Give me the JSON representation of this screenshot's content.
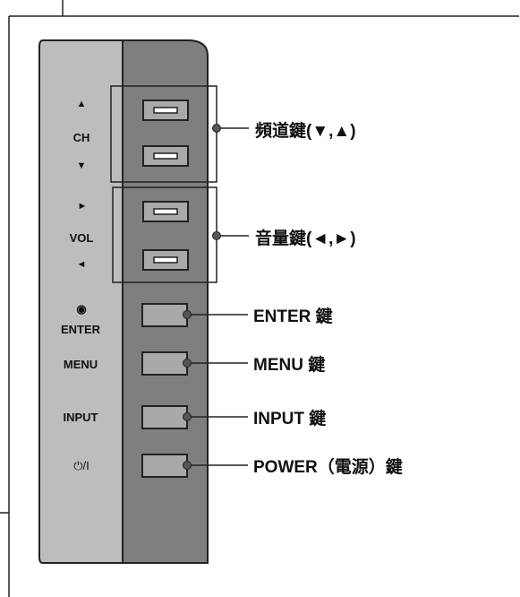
{
  "colors": {
    "panel_left": "#bdbdbd",
    "panel_right": "#7f7f7f",
    "outline": "#222222",
    "button_face": "#a9a9a9",
    "button_inner": "#ffffff",
    "background": "#ffffff"
  },
  "panel_labels": {
    "ch_up_icon": "▲",
    "ch": "CH",
    "ch_down_icon": "▼",
    "vol_up_icon": "►",
    "vol": "VOL",
    "vol_down_icon": "◄",
    "enter_icon": "◉",
    "enter": "ENTER",
    "menu": "MENU",
    "input": "INPUT",
    "power": "⏻/I"
  },
  "callouts": {
    "channel": "頻道鍵(▼,▲)",
    "volume": "音量鍵(◄,►)",
    "enter": "ENTER 鍵",
    "menu": "MENU 鍵",
    "input": "INPUT 鍵",
    "power": "POWER（電源）鍵"
  }
}
